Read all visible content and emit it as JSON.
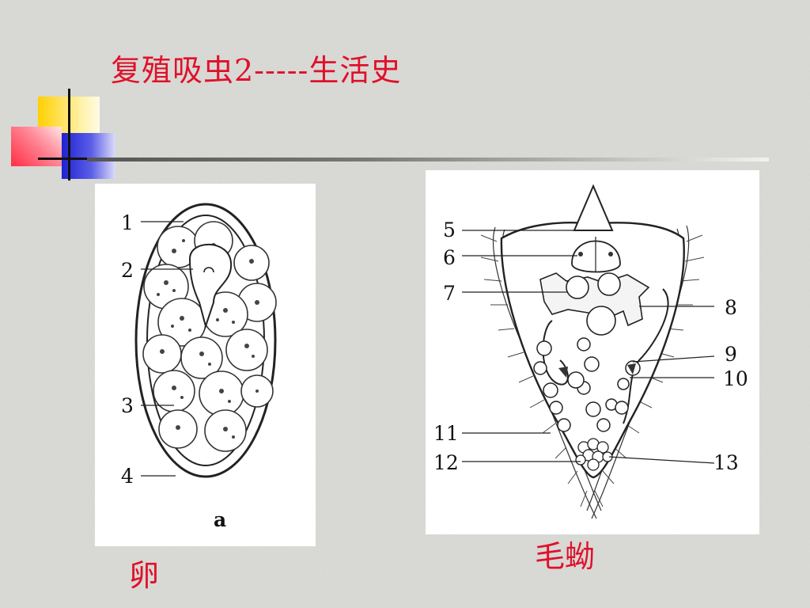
{
  "slide": {
    "title": "复殖吸虫2-----生活史"
  },
  "egg_figure": {
    "labels": [
      "1",
      "2",
      "3",
      "4"
    ],
    "sublabel": "a",
    "caption": "卵"
  },
  "miracidium_figure": {
    "labels": [
      "5",
      "6",
      "7",
      "8",
      "9",
      "10",
      "11",
      "12",
      "13"
    ],
    "caption": "毛蚴"
  },
  "colors": {
    "title": "#e0102a",
    "caption": "#e0102a",
    "deco_yellow": "#ffd21f",
    "deco_red": "#ff3b4e",
    "deco_blue": "#2c2fd6"
  }
}
